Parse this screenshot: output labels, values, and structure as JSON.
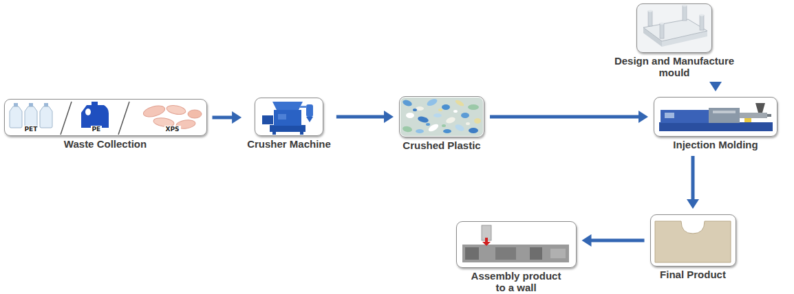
{
  "diagram": {
    "nodes": [
      {
        "text": [
          "PET",
          "PE",
          "XPS",
          "Waste Collection"
        ]
      },
      {
        "text": [
          "Crusher Machine"
        ]
      },
      {
        "text": [
          "Crushed Plastic"
        ]
      },
      {
        "text": [
          "Design and Manufacture mould"
        ]
      },
      {
        "text": [
          "Injection Molding"
        ]
      },
      {
        "text": [
          "Final Product"
        ]
      },
      {
        "text": [
          "Assembly product to a wall"
        ]
      }
    ],
    "edges": [
      {
        "from": 0,
        "to": 1,
        "arrow": "to"
      },
      {
        "from": 1,
        "to": 2,
        "arrow": "to"
      },
      {
        "from": 2,
        "to": 4,
        "arrow": "to"
      },
      {
        "from": 3,
        "to": 4,
        "arrow": "to"
      },
      {
        "from": 4,
        "to": 5,
        "arrow": "to"
      },
      {
        "from": 5,
        "to": 6,
        "arrow": "to"
      }
    ]
  }
}
